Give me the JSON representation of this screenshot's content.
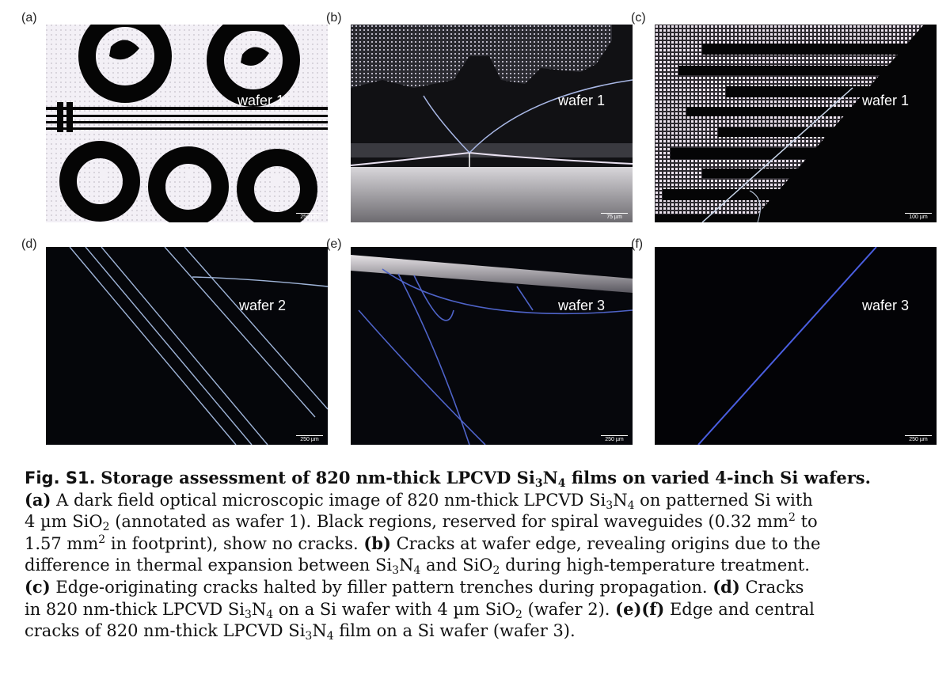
{
  "panels": [
    {
      "label": "(a)",
      "wafer": "wafer 1",
      "scale": "250 µm"
    },
    {
      "label": "(b)",
      "wafer": "wafer 1",
      "scale": "75 µm"
    },
    {
      "label": "(c)",
      "wafer": "wafer 1",
      "scale": "100 µm"
    },
    {
      "label": "(d)",
      "wafer": "wafer 2",
      "scale": "250 µm"
    },
    {
      "label": "(e)",
      "wafer": "wafer 3",
      "scale": "250 µm"
    },
    {
      "label": "(f)",
      "wafer": "wafer 3",
      "scale": "250 µm"
    }
  ],
  "caption": {
    "fig": "Fig. S1.",
    "title_pre": "Storage assessment of 820 nm-thick LPCVD Si",
    "title_sub1": "3",
    "title_mid": "N",
    "title_sub2": "4",
    "title_post": " films on varied 4-inch Si wafers.",
    "a_tag": "(a)",
    "a_text1": " A dark field optical microscopic image of 820 nm-thick LPCVD Si",
    "a_sub1": "3",
    "a_n": "N",
    "a_sub2": "4",
    "a_text2": " on patterned Si with",
    "l3_text1": "4 µm SiO",
    "l3_sub": "2",
    "l3_text2": " (annotated as wafer 1). Black regions, reserved for spiral waveguides (0.32 mm",
    "l3_sup": "2",
    "l3_text3": " to",
    "l4_text1": "1.57 mm",
    "l4_sup": "2",
    "l4_text2": " in footprint), show no cracks. ",
    "b_tag": "(b)",
    "b_text": " Cracks at wafer edge, revealing origins due to the",
    "l5_text1": "difference in thermal expansion between Si",
    "l5_sub1": "3",
    "l5_n": "N",
    "l5_sub2": "4",
    "l5_text2": " and SiO",
    "l5_sub3": "2",
    "l5_text3": " during high-temperature treatment.",
    "c_tag": "(c)",
    "c_text": " Edge-originating cracks halted by filler pattern trenches during propagation. ",
    "d_tag": "(d)",
    "d_text": " Cracks",
    "l7_text1": "in 820 nm-thick LPCVD Si",
    "l7_sub1": "3",
    "l7_n": "N",
    "l7_sub2": "4",
    "l7_text2": " on a Si wafer with 4 µm SiO",
    "l7_sub3": "2",
    "l7_text3": " (wafer 2). ",
    "ef_tag": "(e)(f)",
    "ef_text": " Edge and central",
    "l8_text1": "cracks of 820 nm-thick LPCVD Si",
    "l8_sub1": "3",
    "l8_n": "N",
    "l8_sub2": "4",
    "l8_text2": " film on a Si wafer (wafer 3)."
  }
}
